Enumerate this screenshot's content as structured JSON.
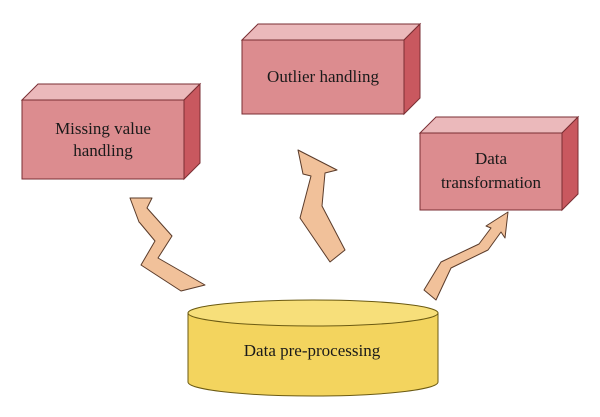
{
  "diagram": {
    "base": {
      "label": "Data pre-processing"
    },
    "boxes": [
      {
        "id": "missing",
        "lines": [
          "Missing value",
          "handling"
        ]
      },
      {
        "id": "outlier",
        "lines": [
          "Outlier handling"
        ]
      },
      {
        "id": "transform",
        "lines": [
          "Data",
          "transformation"
        ]
      }
    ]
  },
  "colors": {
    "box_front": "#DC8C8F",
    "box_top": "#EBB9BB",
    "box_side": "#C9585F",
    "box_stroke": "#7A2E33",
    "cylinder_fill": "#F3D45E",
    "cylinder_top": "#F7DF7A",
    "cylinder_stroke": "#6B5A12",
    "arrow_fill": "#F1C19A",
    "arrow_stroke": "#5A3B2A"
  }
}
